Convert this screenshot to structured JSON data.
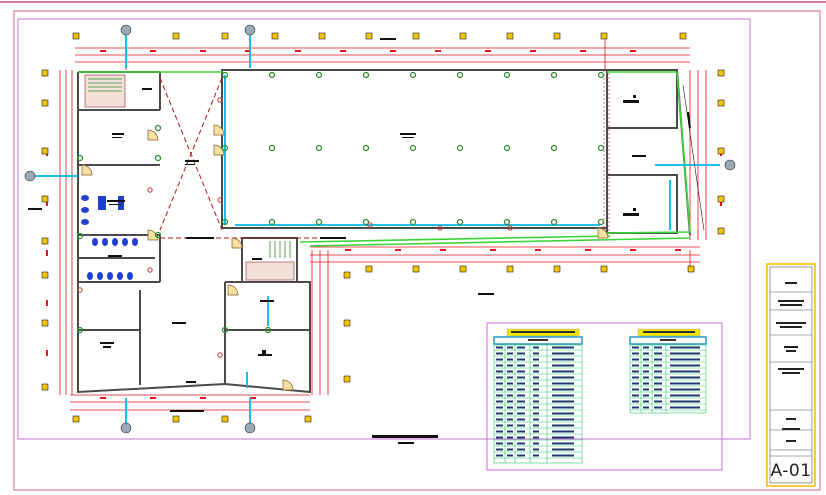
{
  "drawing": {
    "sheet_number": "A-01",
    "colors": {
      "frame": "#d95f8a",
      "wall": "#4b4b4b",
      "dimension": "#e8141b",
      "column_dot": "#2e8b2e",
      "grid_marker": "#f0c400",
      "window": "#00b8e6",
      "slab_edge": "#39d639",
      "schedule_header": "#f2e600",
      "schedule_subheader": "#1e90c8",
      "schedule_grid": "#2ecc71",
      "hatch": "#7a2a2a",
      "furniture": "#1f3fd1"
    },
    "schedules": [
      "schedule-left",
      "schedule-right"
    ]
  }
}
